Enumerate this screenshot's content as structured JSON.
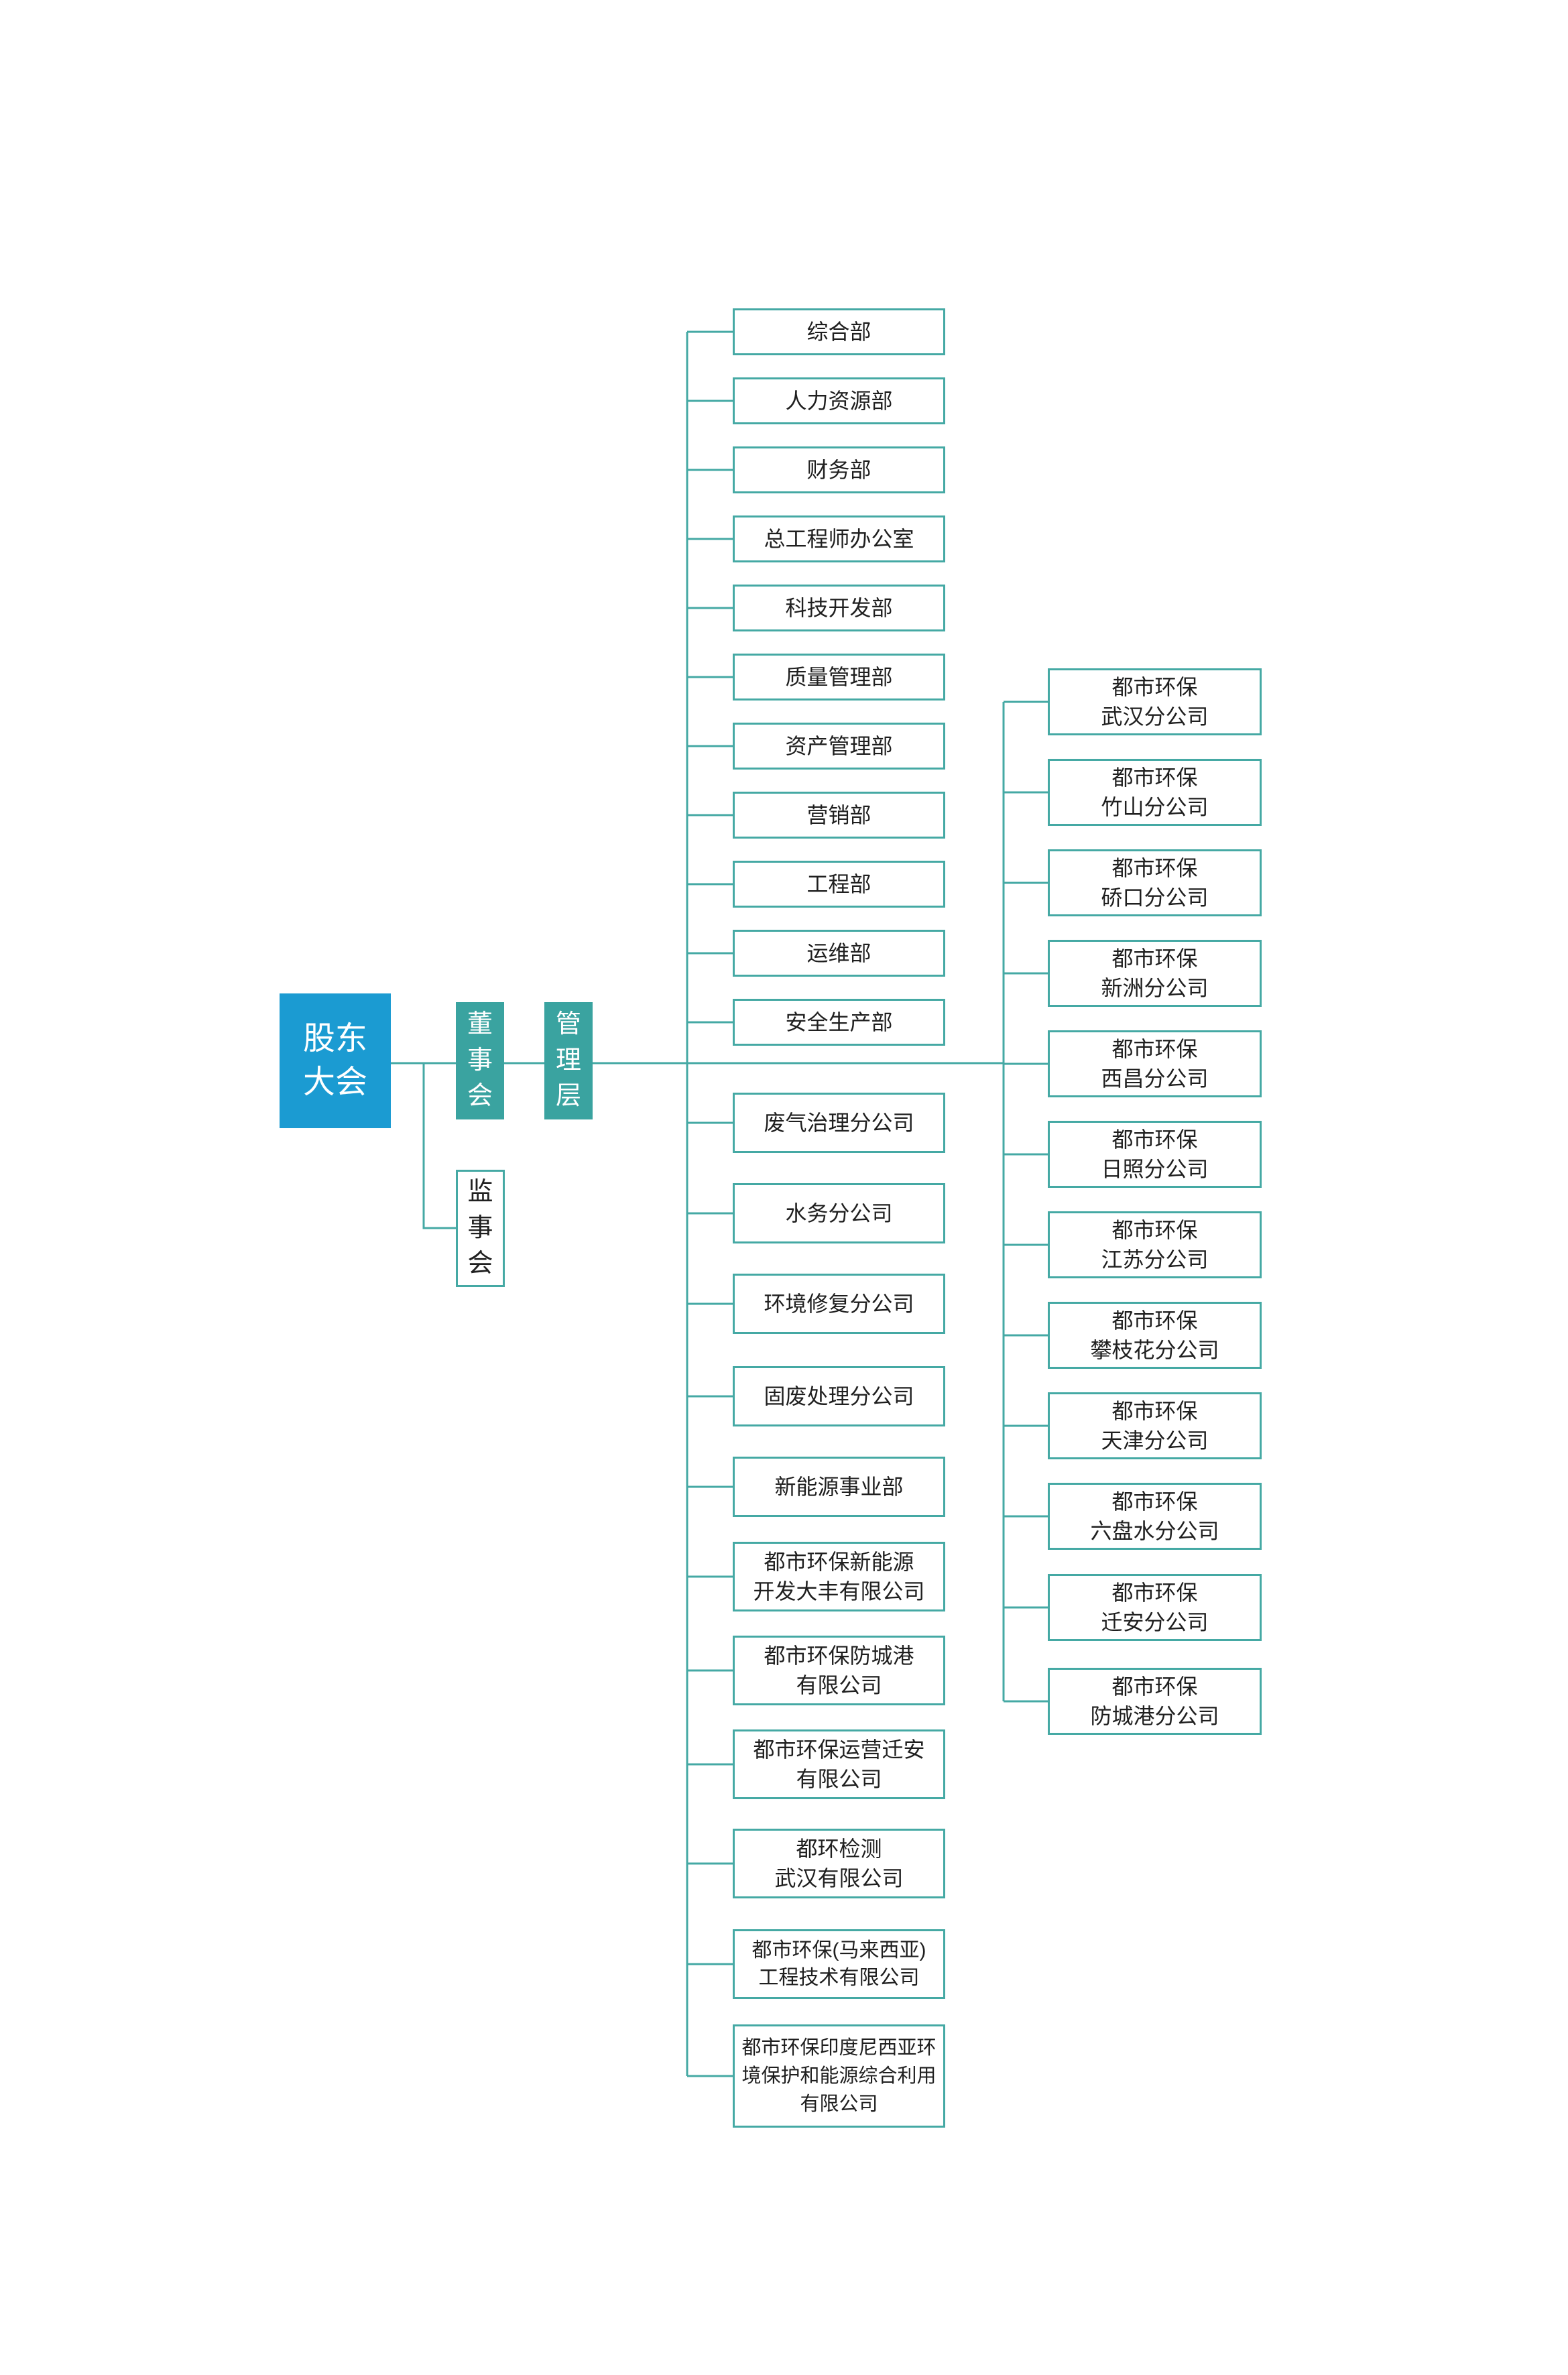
{
  "colors": {
    "primary_blue": "#1b9bd2",
    "teal_fill": "#3aa3a0",
    "line_teal": "#45a9a4",
    "text_dark": "#1f1f1f"
  },
  "nodes": {
    "shareholders_meeting": "股东\n大会",
    "board_of_directors": "董\n事\n会",
    "management_layer": "管\n理\n层",
    "supervisory_board": "监\n事\n会"
  },
  "departments": [
    "综合部",
    "人力资源部",
    "财务部",
    "总工程师办公室",
    "科技开发部",
    "质量管理部",
    "资产管理部",
    "营销部",
    "工程部",
    "运维部",
    "安全生产部"
  ],
  "subsidiaries": [
    "废气治理分公司",
    "水务分公司",
    "环境修复分公司",
    "固废处理分公司",
    "新能源事业部",
    "都市环保新能源\n开发大丰有限公司",
    "都市环保防城港\n有限公司",
    "都市环保运营迁安\n有限公司",
    "都环检测\n武汉有限公司",
    "都市环保(马来西亚)\n工程技术有限公司",
    "都市环保印度尼西亚环\n境保护和能源综合利用\n有限公司"
  ],
  "branches": [
    "都市环保\n武汉分公司",
    "都市环保\n竹山分公司",
    "都市环保\n硚口分公司",
    "都市环保\n新洲分公司",
    "都市环保\n西昌分公司",
    "都市环保\n日照分公司",
    "都市环保\n江苏分公司",
    "都市环保\n攀枝花分公司",
    "都市环保\n天津分公司",
    "都市环保\n六盘水分公司",
    "都市环保\n迁安分公司",
    "都市环保\n防城港分公司"
  ]
}
